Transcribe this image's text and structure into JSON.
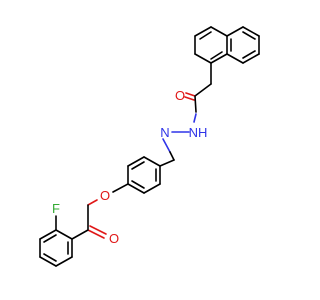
{
  "molecule": {
    "atom_labels": {
      "carbonyl_oxygen_top": "O",
      "nh": "NH",
      "imine_n": "N",
      "ester_oxygen": "O",
      "carbonyl_oxygen_bottom": "O",
      "fluorine": "F"
    },
    "colors": {
      "bond": "#000000",
      "oxygen": "#e01818",
      "nitrogen": "#2f34e8",
      "fluorine": "#33aa33"
    }
  }
}
